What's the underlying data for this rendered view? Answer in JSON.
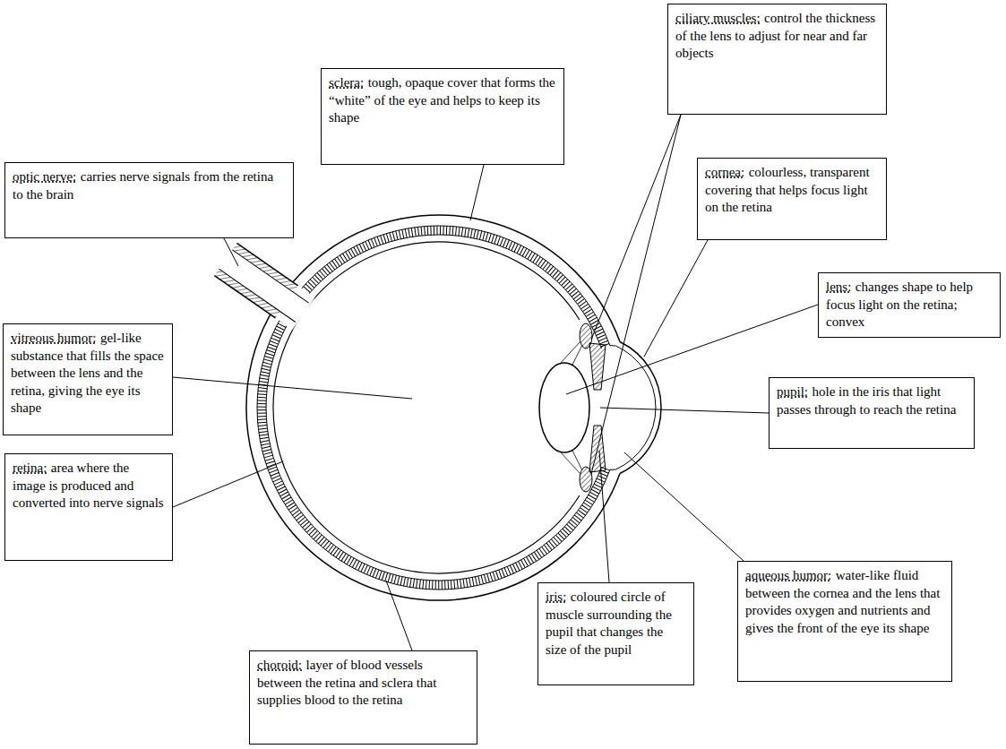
{
  "diagram": {
    "nodes": [
      {
        "text": [
          "ciliary muscles:",
          "control the thickness of the lens to adjust for near and far objects"
        ]
      },
      {
        "text": [
          "sclera:",
          "tough, opaque cover that forms the “white” of the eye and helps to keep its shape"
        ]
      },
      {
        "text": [
          "optic nerve:",
          "carries nerve signals from the retina to the brain"
        ]
      },
      {
        "text": [
          "cornea:",
          "colourless, transparent covering that helps focus light on the retina"
        ]
      },
      {
        "text": [
          "lens:",
          "changes shape to help focus light on the retina; convex"
        ]
      },
      {
        "text": [
          "vitreous humor:",
          "gel-like substance that fills the space between the lens and the retina, giving the eye its shape"
        ]
      },
      {
        "text": [
          "pupil:",
          "hole in the iris that light passes through to reach the retina"
        ]
      },
      {
        "text": [
          "retina:",
          "area where the image is produced and converted into nerve signals"
        ]
      },
      {
        "text": [
          "aqueous humor:",
          "water-like fluid between the cornea and the lens that provides oxygen and nutrients and gives the front of the eye its shape"
        ]
      },
      {
        "text": [
          "iris:",
          "coloured circle of muscle surrounding the pupil that changes the size of the pupil"
        ]
      },
      {
        "text": [
          "choroid:",
          "layer of blood vessels between the retina and sclera that supplies blood to the retina"
        ]
      }
    ]
  }
}
